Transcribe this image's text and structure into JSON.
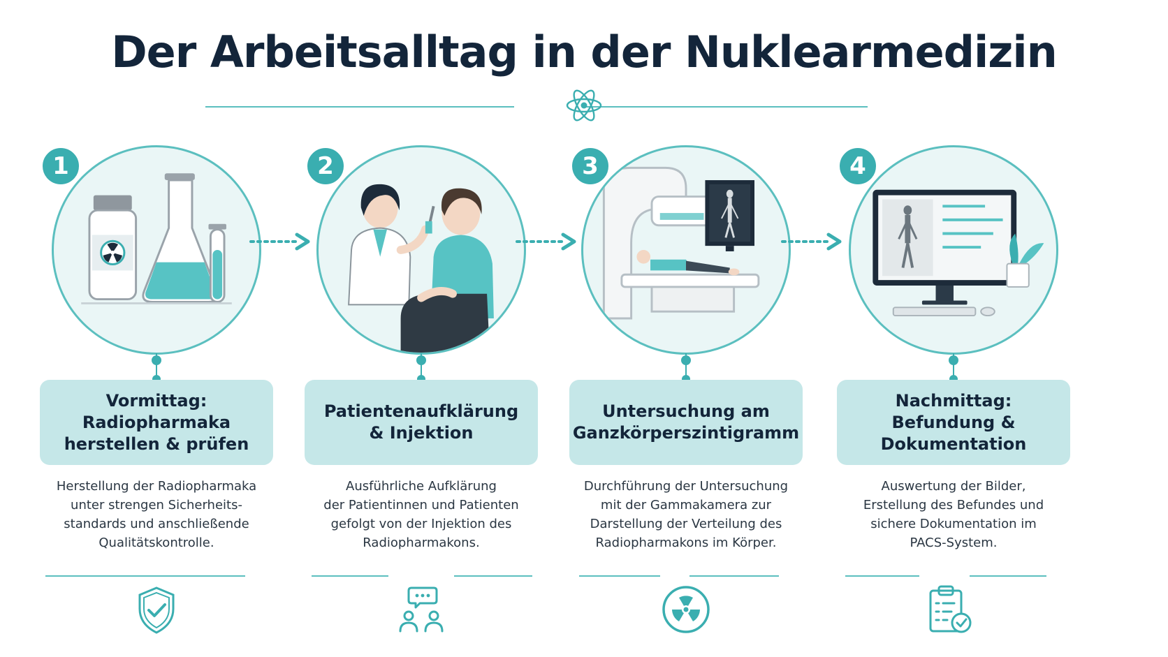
{
  "title": "Der Arbeitsalltag in der Nuklearmedizin",
  "colors": {
    "accent": "#3aaeb0",
    "label_bg": "#c5e7e8",
    "title": "#13253a"
  },
  "steps": [
    {
      "number": "1",
      "label_lines": [
        "Vormittag:",
        "Radiopharmaka",
        "herstellen & prüfen"
      ],
      "description_lines": [
        "Herstellung der Radiopharmaka",
        "unter strengen Sicherheits-",
        "standards und anschließende",
        "Qualitätskontrolle."
      ],
      "illustration": "radiopharmaceutical-vial-and-flask",
      "bottom_icon": "shield-check-icon"
    },
    {
      "number": "2",
      "label_lines": [
        "Patientenaufklärung",
        "& Injektion"
      ],
      "description_lines": [
        "Ausführliche Aufklärung",
        "der Patientinnen und Patienten",
        "gefolgt von der Injektion des",
        "Radiopharmakons."
      ],
      "illustration": "doctor-with-syringe-and-patient",
      "bottom_icon": "conversation-people-icon"
    },
    {
      "number": "3",
      "label_lines": [
        "Untersuchung am",
        "Ganzkörperszintigramm"
      ],
      "description_lines": [
        "Durchführung der Untersuchung",
        "mit der Gammakamera zur",
        "Darstellung der Verteilung des",
        "Radiopharmakons im Körper."
      ],
      "illustration": "gamma-camera-scanner",
      "bottom_icon": "radiation-icon"
    },
    {
      "number": "4",
      "label_lines": [
        "Nachmittag:",
        "Befundung &",
        "Dokumentation"
      ],
      "description_lines": [
        "Auswertung der Bilder,",
        "Erstellung des Befundes und",
        "sichere Dokumentation im",
        "PACS-System."
      ],
      "illustration": "computer-monitor-with-scan",
      "bottom_icon": "clipboard-check-icon"
    }
  ]
}
